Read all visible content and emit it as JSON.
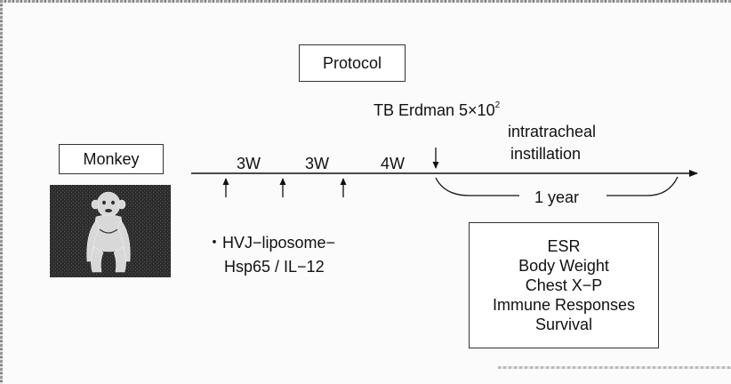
{
  "protocol_label": "Protocol",
  "subject_label": "Monkey",
  "challenge": {
    "title_text": "TB Erdman 5×10",
    "title_superscript": "2",
    "route_line1": "intratracheal",
    "route_line2": "instillation"
  },
  "intervals": [
    "3W",
    "3W",
    "4W"
  ],
  "observation_period": "1 year",
  "vaccine": {
    "bullet": "・",
    "line1": "HVJ−liposome−",
    "line2": "Hsp65 / IL−12"
  },
  "endpoints": [
    "ESR",
    "Body Weight",
    "Chest X−P",
    "Immune Responses",
    "Survival"
  ],
  "colors": {
    "ink": "#111111",
    "photo_background": "#2e2e2e",
    "photo_figure": "#d8d8d8"
  }
}
